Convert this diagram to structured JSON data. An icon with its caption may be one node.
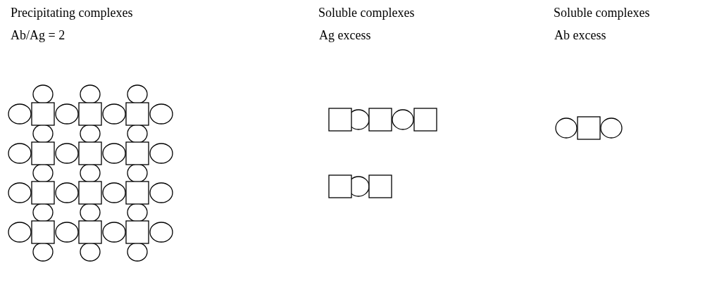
{
  "diagram": {
    "labels": [
      "Precipitating complexes",
      "Soluble complexes",
      "Soluble complexes",
      "Ab/Ag = 2",
      "Ag excess",
      "Ab excess"
    ]
  }
}
